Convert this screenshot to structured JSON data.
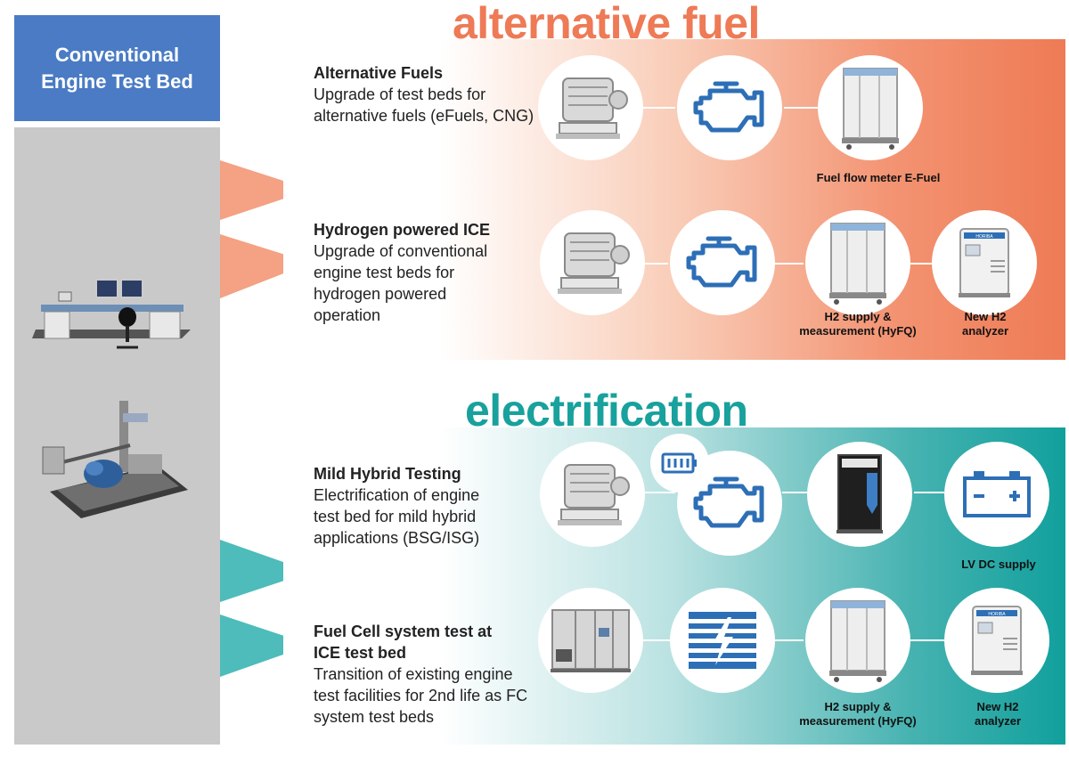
{
  "left": {
    "title_line1": "Conventional",
    "title_line2": "Engine Test Bed"
  },
  "sections": {
    "fuel_title": "alternative fuel",
    "elec_title": "electrification"
  },
  "rows": [
    {
      "heading": "Alternative Fuels",
      "body": "Upgrade of test beds for alternative fuels (eFuels, CNG)",
      "captions": [
        "Fuel flow meter E-Fuel"
      ]
    },
    {
      "heading": "Hydrogen powered ICE",
      "body": "Upgrade of conventional engine test beds for hydrogen powered operation",
      "captions": [
        "H2 supply &",
        "measurement (HyFQ)",
        "New H2",
        "analyzer"
      ]
    },
    {
      "heading": "Mild Hybrid Testing",
      "body": "Electrification of engine test bed for mild hybrid applications (BSG/ISG)",
      "captions": [
        "LV DC supply"
      ]
    },
    {
      "heading_line1": "Fuel Cell system test at",
      "heading_line2": "ICE test bed",
      "body": "Transition of existing engine test facilities for 2nd life as FC system test beds",
      "captions": [
        "H2 supply &",
        "measurement (HyFQ)",
        "New H2",
        "analyzer"
      ]
    }
  ],
  "brand_label": "HORIBA",
  "colors": {
    "header_blue": "#4a7bc4",
    "fuel_orange": "#ee7a56",
    "elec_teal": "#18a19d",
    "icon_blue": "#2d6fb6",
    "panel_gray": "#c9c9c9"
  },
  "icons": [
    "dynamometer-icon",
    "engine-icon",
    "cabinet-icon",
    "analyzer-icon",
    "battery-icon",
    "fuel-cell-stack-icon",
    "battery-small-icon"
  ]
}
